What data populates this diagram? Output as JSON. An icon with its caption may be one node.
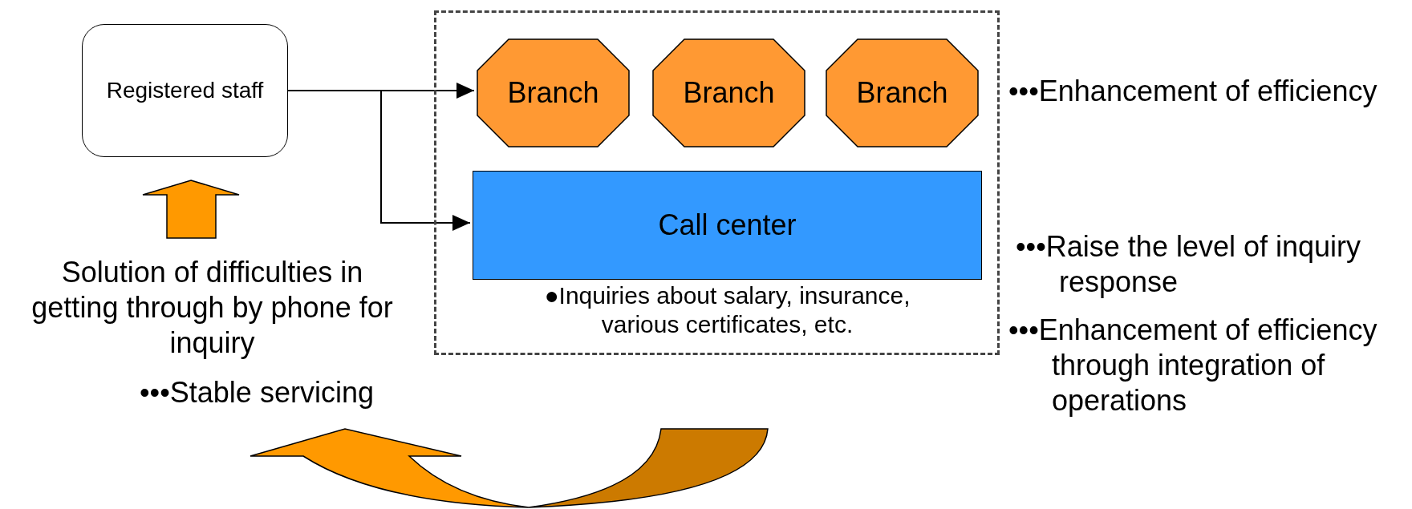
{
  "diagram": {
    "nodes": [
      {
        "text": [
          "Registered staff"
        ]
      },
      {
        "text": [],
        "shape": "box"
      },
      {
        "text": [
          "Branch"
        ],
        "in": 1
      },
      {
        "text": [
          "Branch"
        ],
        "in": 1
      },
      {
        "text": [
          "Branch"
        ],
        "in": 1
      },
      {
        "text": [
          "Call center"
        ],
        "in": 1,
        "beside": [
          "●Inquiries about salary, insurance, various certificates, etc."
        ]
      }
    ],
    "edges": [
      {
        "from": 0,
        "to": 2,
        "arrow": "to"
      },
      {
        "from": 0,
        "to": 5,
        "arrow": "to"
      }
    ],
    "labels": [
      "•••Enhancement of efficiency",
      "Solution of difficulties in getting through by phone for inquiry",
      "•••Raise the level of inquiry response",
      "•••Enhancement of efficiency through integration of operations",
      "•••Stable servicing"
    ]
  }
}
